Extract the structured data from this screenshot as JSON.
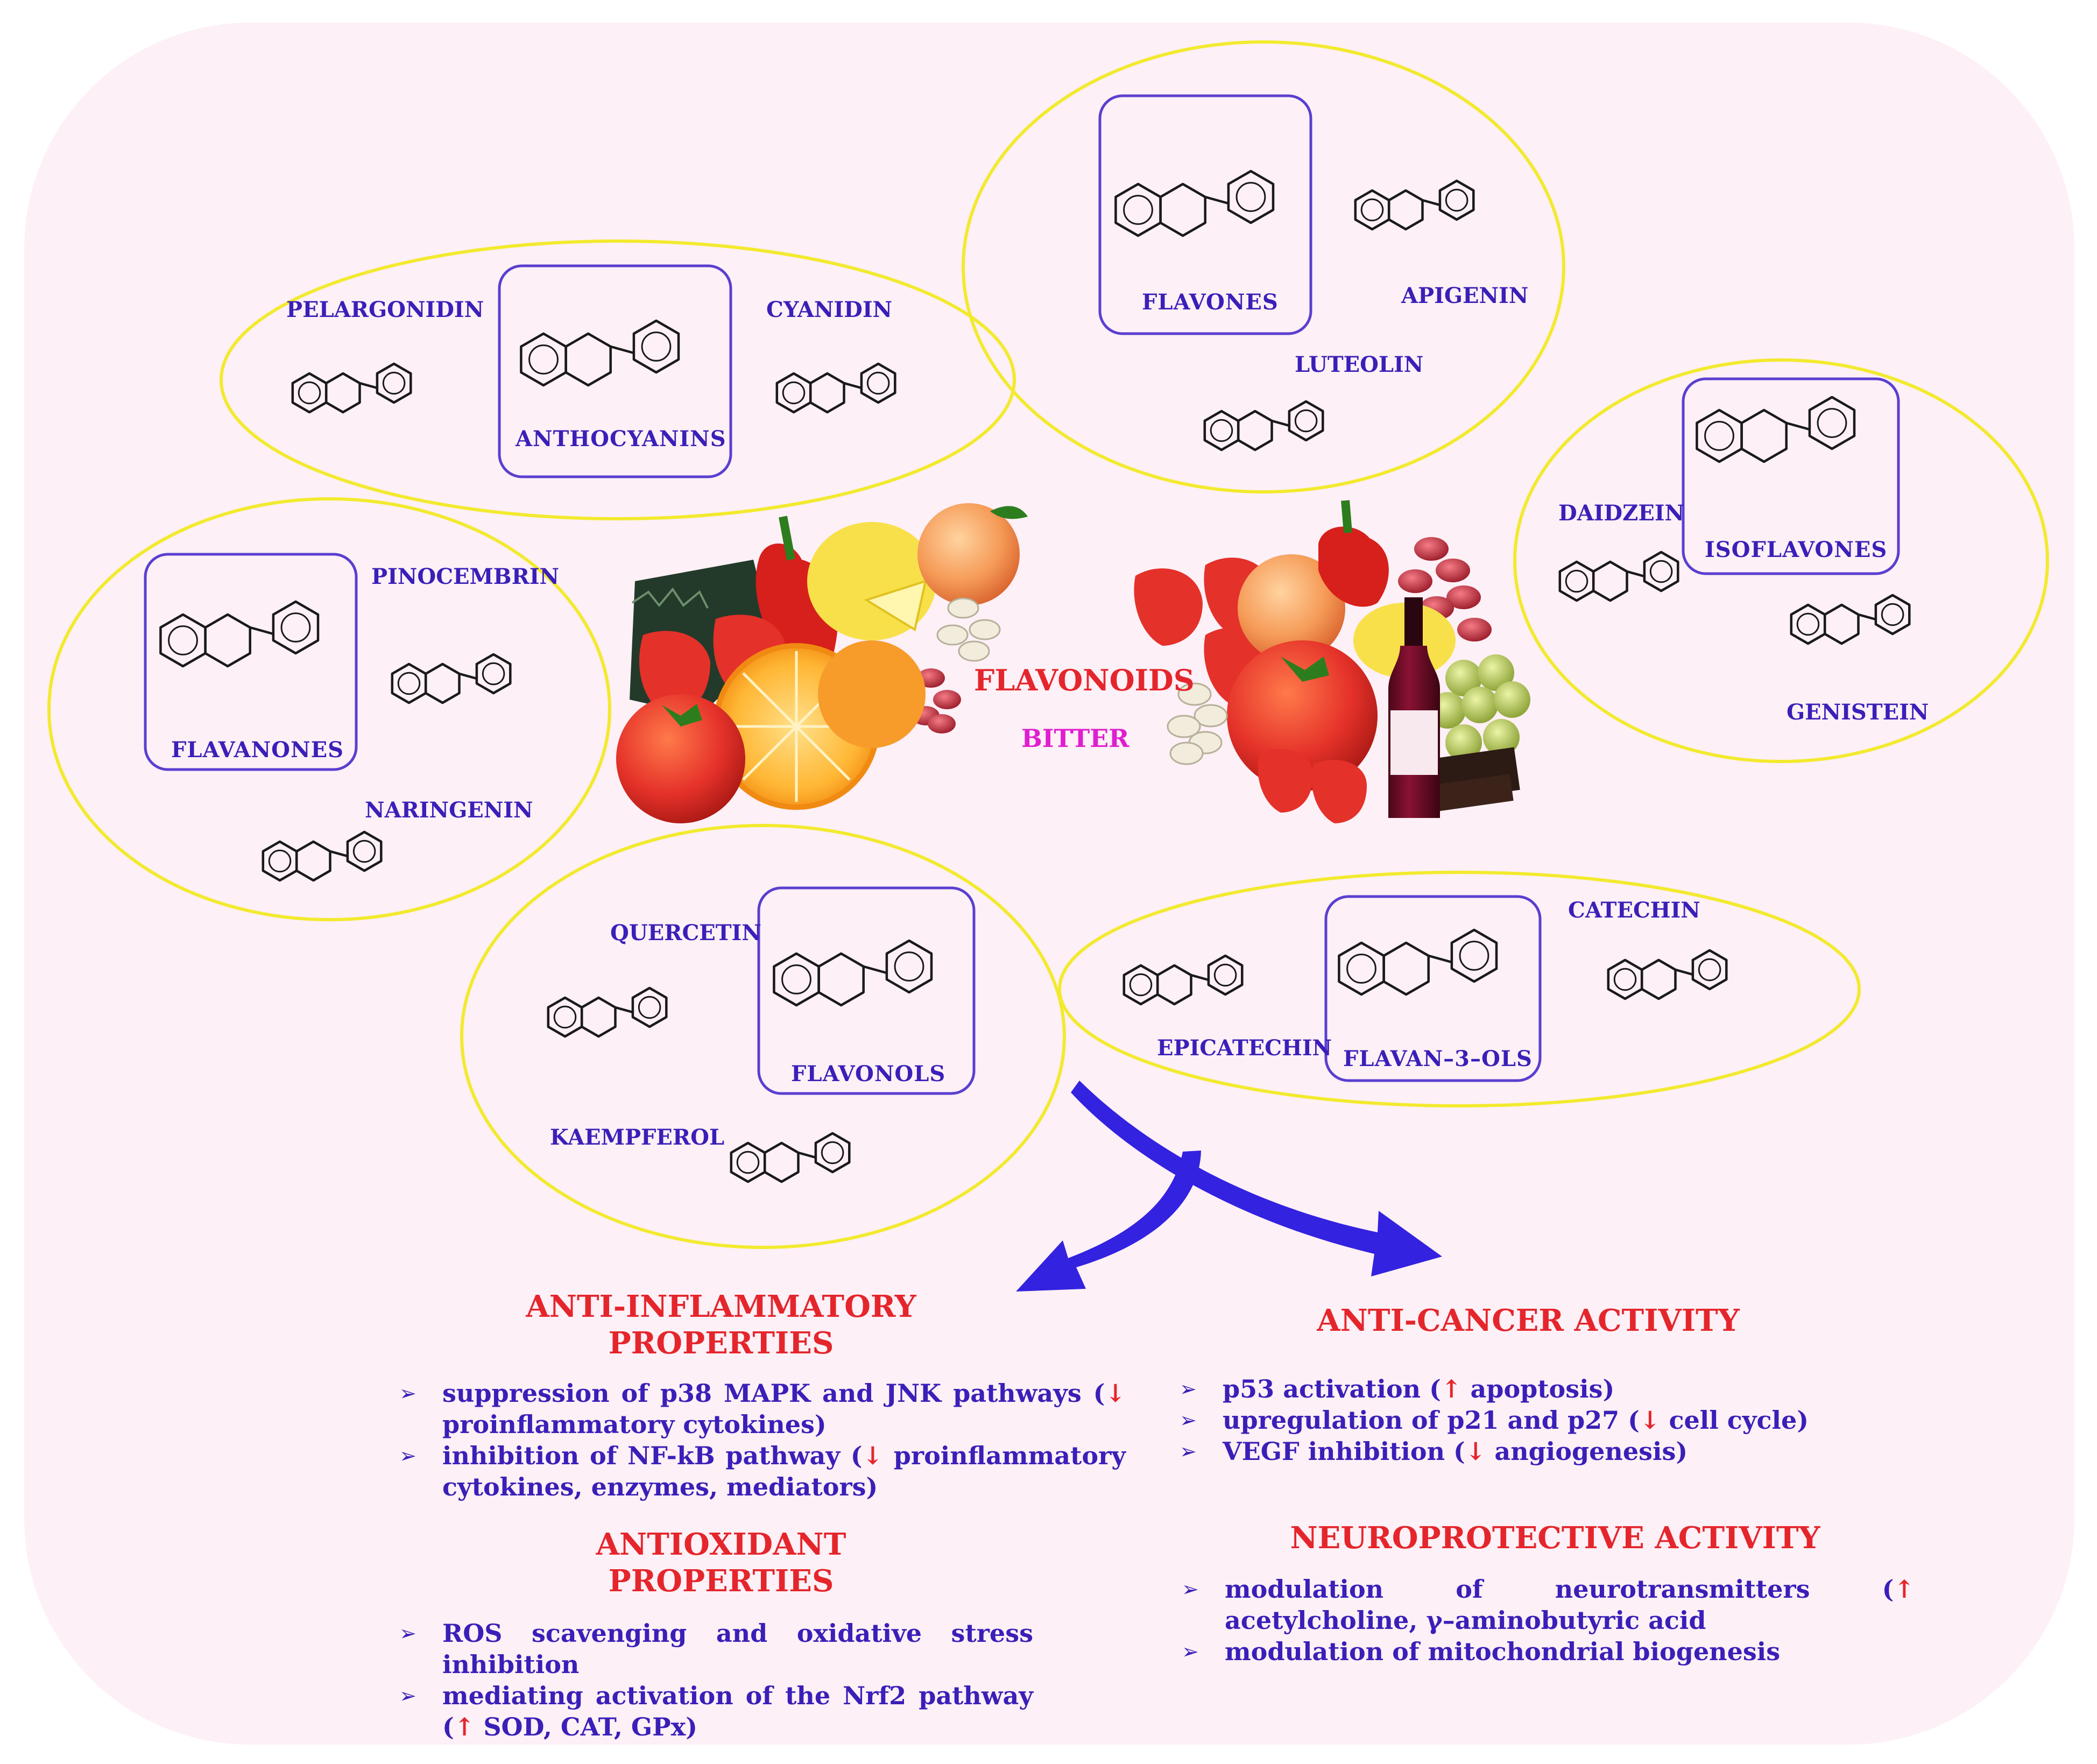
{
  "center": {
    "title": "FLAVONOIDS",
    "subtitle": "BITTER",
    "colors": {
      "title": "#e4262c",
      "subtitle": "#e01ed0"
    }
  },
  "groups": {
    "anthocyanins": {
      "class": "ANTHOCYANINS",
      "compounds": [
        "PELARGONIDIN",
        "CYANIDIN"
      ]
    },
    "flavones": {
      "class": "FLAVONES",
      "compounds": [
        "APIGENIN",
        "LUTEOLIN"
      ]
    },
    "isoflavones": {
      "class": "ISOFLAVONES",
      "compounds": [
        "DAIDZEIN",
        "GENISTEIN"
      ]
    },
    "flavanones": {
      "class": "FLAVANONES",
      "compounds": [
        "PINOCEMBRIN",
        "NARINGENIN"
      ]
    },
    "flavonols": {
      "class": "FLAVONOLS",
      "compounds": [
        "QUERCETIN",
        "KAEMPFEROL"
      ]
    },
    "flavan3ols": {
      "class": "FLAVAN–3–OLS",
      "compounds": [
        "EPICATECHIN",
        "CATECHIN"
      ]
    }
  },
  "activities": {
    "anti_inflammatory": {
      "title_line1": "ANTI-INFLAMMATORY",
      "title_line2": "PROPERTIES",
      "items": [
        {
          "before": "suppression of p38 MAPK and JNK pathways (",
          "arrow": "↓",
          "after": " proinflammatory cytokines)"
        },
        {
          "before": "inhibition of NF-kB pathway (",
          "arrow": "↓",
          "after": " proinflammatory cytokines, enzymes, mediators)"
        }
      ]
    },
    "antioxidant": {
      "title_line1": "ANTIOXIDANT",
      "title_line2": "PROPERTIES",
      "items": [
        {
          "before": "ROS scavenging and oxidative stress inhibition",
          "arrow": "",
          "after": ""
        },
        {
          "before": "mediating activation of the Nrf2 pathway (",
          "arrow": "↑",
          "after": " SOD, CAT, GPx)"
        }
      ]
    },
    "anti_cancer": {
      "title": "ANTI-CANCER ACTIVITY",
      "items": [
        {
          "before": "p53 activation (",
          "arrow": "↑",
          "after": " apoptosis)"
        },
        {
          "before": "upregulation of p21 and p27 (",
          "arrow": "↓",
          "after": " cell cycle)"
        },
        {
          "before": "VEGF inhibition (",
          "arrow": "↓",
          "after": " angiogenesis)"
        }
      ]
    },
    "neuroprotective": {
      "title": "NEUROPROTECTIVE ACTIVITY",
      "items": [
        {
          "before": "modulation of neurotransmitters (",
          "arrow": "↑",
          "after": " acetylcholine, γ–aminobutyric acid"
        },
        {
          "before": "modulation of mitochondrial biogenesis",
          "arrow": "",
          "after": ""
        }
      ]
    }
  },
  "bullet_glyph": "➢",
  "colors": {
    "background": "#fdf0f6",
    "ellipse_outline": "#f2ea2e",
    "class_box": "#5a3fd0",
    "label_text": "#3a1fb8",
    "heading_red": "#e4262c",
    "big_arrow": "#3322e0"
  },
  "icons": [
    "fruit-vegetable-cluster-illustration",
    "wine-bottle-illustration",
    "chemical-structure-drawing"
  ]
}
